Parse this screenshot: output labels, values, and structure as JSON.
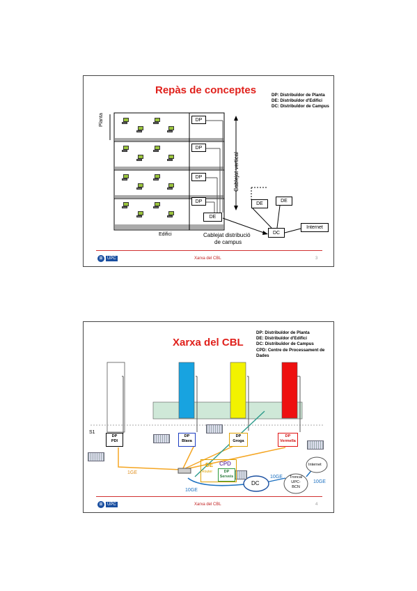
{
  "slide3": {
    "title": "Repàs de conceptes",
    "legend": [
      "DP: Distribuïdor de Planta",
      "DE: Distribuïdor d'Edifici",
      "DC: Distribuïdor de Campus"
    ],
    "planta_label": "Planta",
    "vertical_label": "Cablejat vertical",
    "edifici_label": "Edifici",
    "campus_label_1": "Cablejat distribució",
    "campus_label_2": "de campus",
    "dp": "DP",
    "de": "DE",
    "dc": "DC",
    "internet": "Internet",
    "footer": "Xarxa del CBL",
    "page": "3"
  },
  "slide4": {
    "title": "Xarxa del CBL",
    "legend": [
      "DP: Distribuïdor de Planta",
      "DE: Distribuïdor d'Edifici",
      "DC: Distribuïdor de Campus",
      "CPD: Centre de Processament de",
      "Dades"
    ],
    "s1": "S1",
    "dp": "DP",
    "pdi": "PDI",
    "blava": "Blava",
    "groga": "Groga",
    "vermella": "Vermella",
    "de": "DE",
    "router": "Router",
    "cpd": "CPD",
    "serveis": "Serveis",
    "dc": "DC",
    "link_1g": "1GE",
    "link_10g_a": "10GE",
    "link_10g_b": "10GE",
    "link_10g_c": "10GE",
    "troncal_1": "Troncal",
    "troncal_2": "UPC-",
    "troncal_3": "BCN",
    "internet": "Internet",
    "footer": "Xarxa del CBL",
    "page": "4",
    "colors": {
      "blue": "#18a3e0",
      "yellow": "#f2f200",
      "red": "#ee1010",
      "green_band": "#cfe8d8"
    }
  },
  "logo_text": "UPC"
}
